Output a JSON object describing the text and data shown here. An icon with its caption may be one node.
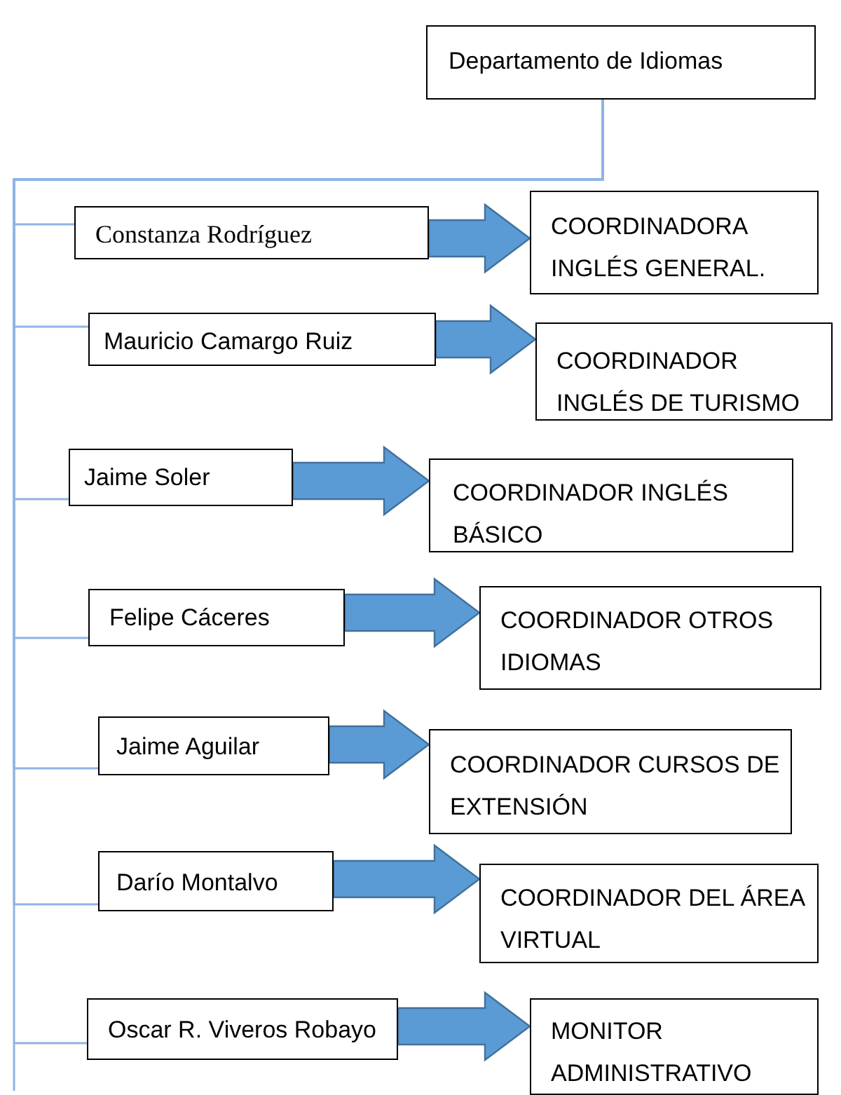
{
  "diagram": {
    "nodes": [
      {
        "text": [
          "Departamento de Idiomas"
        ]
      },
      {
        "text": [
          "Constanza Rodríguez"
        ]
      },
      {
        "text": [
          "COORDINADORA INGLÉS GENERAL."
        ]
      },
      {
        "text": [
          "Mauricio Camargo Ruiz"
        ]
      },
      {
        "text": [
          "COORDINADOR INGLÉS DE TURISMO"
        ]
      },
      {
        "text": [
          "Jaime Soler"
        ]
      },
      {
        "text": [
          "COORDINADOR INGLÉS BÁSICO"
        ]
      },
      {
        "text": [
          "Felipe Cáceres"
        ]
      },
      {
        "text": [
          "COORDINADOR OTROS IDIOMAS"
        ]
      },
      {
        "text": [
          "Jaime Aguilar"
        ]
      },
      {
        "text": [
          "COORDINADOR CURSOS DE EXTENSIÓN"
        ]
      },
      {
        "text": [
          "Darío Montalvo"
        ]
      },
      {
        "text": [
          "COORDINADOR DEL ÁREA VIRTUAL"
        ]
      },
      {
        "text": [
          "Oscar R. Viveros Robayo"
        ]
      },
      {
        "text": [
          "MONITOR ADMINISTRATIVO"
        ]
      }
    ],
    "edges": [
      {
        "from": 0,
        "to": 1,
        "arrow": "none"
      },
      {
        "from": 0,
        "to": 3,
        "arrow": "none"
      },
      {
        "from": 0,
        "to": 5,
        "arrow": "none"
      },
      {
        "from": 0,
        "to": 7,
        "arrow": "none"
      },
      {
        "from": 0,
        "to": 9,
        "arrow": "none"
      },
      {
        "from": 0,
        "to": 11,
        "arrow": "none"
      },
      {
        "from": 0,
        "to": 13,
        "arrow": "none"
      },
      {
        "from": 1,
        "to": 2,
        "arrow": "to",
        "style": "thick"
      },
      {
        "from": 3,
        "to": 4,
        "arrow": "to",
        "style": "thick"
      },
      {
        "from": 5,
        "to": 6,
        "arrow": "to",
        "style": "thick"
      },
      {
        "from": 7,
        "to": 8,
        "arrow": "to",
        "style": "thick"
      },
      {
        "from": 9,
        "to": 10,
        "arrow": "to",
        "style": "thick"
      },
      {
        "from": 11,
        "to": 12,
        "arrow": "to",
        "style": "thick"
      },
      {
        "from": 13,
        "to": 14,
        "arrow": "to",
        "style": "thick"
      }
    ]
  }
}
